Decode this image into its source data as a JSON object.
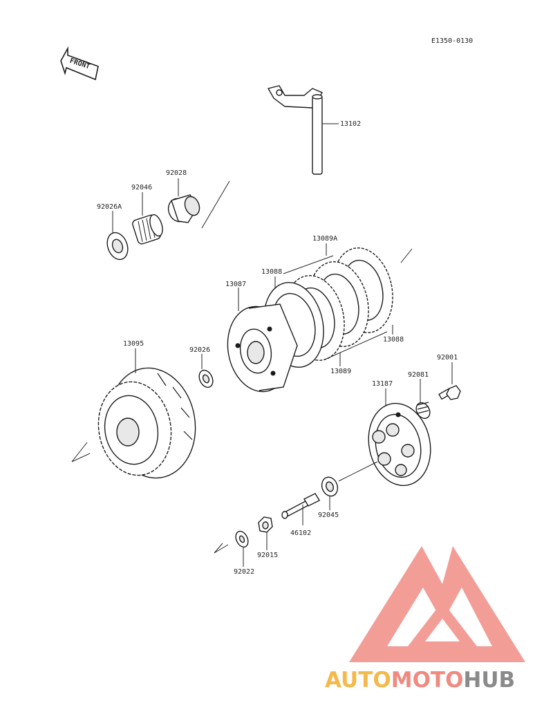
{
  "diagram_code": "E1350-0130",
  "front_label": "FRONT",
  "parts": {
    "p13102": "13102",
    "p92028": "92028",
    "p92046": "92046",
    "p92026A": "92026A",
    "p13089A": "13089A",
    "p13088_top": "13088",
    "p13087": "13087",
    "p13088_bottom": "13088",
    "p13089": "13089",
    "p13095": "13095",
    "p92026": "92026",
    "p92001": "92001",
    "p92081": "92081",
    "p13187": "13187",
    "p92045": "92045",
    "p46102": "46102",
    "p92015": "92015",
    "p92022": "92022"
  },
  "watermark": {
    "part1": "AUTO",
    "part2": "MOTO",
    "part3": "HUB",
    "colors": {
      "auto": "#F5B84A",
      "moto": "#F08A80",
      "hub": "#8A8A8A",
      "logo": "#F28C86"
    }
  }
}
